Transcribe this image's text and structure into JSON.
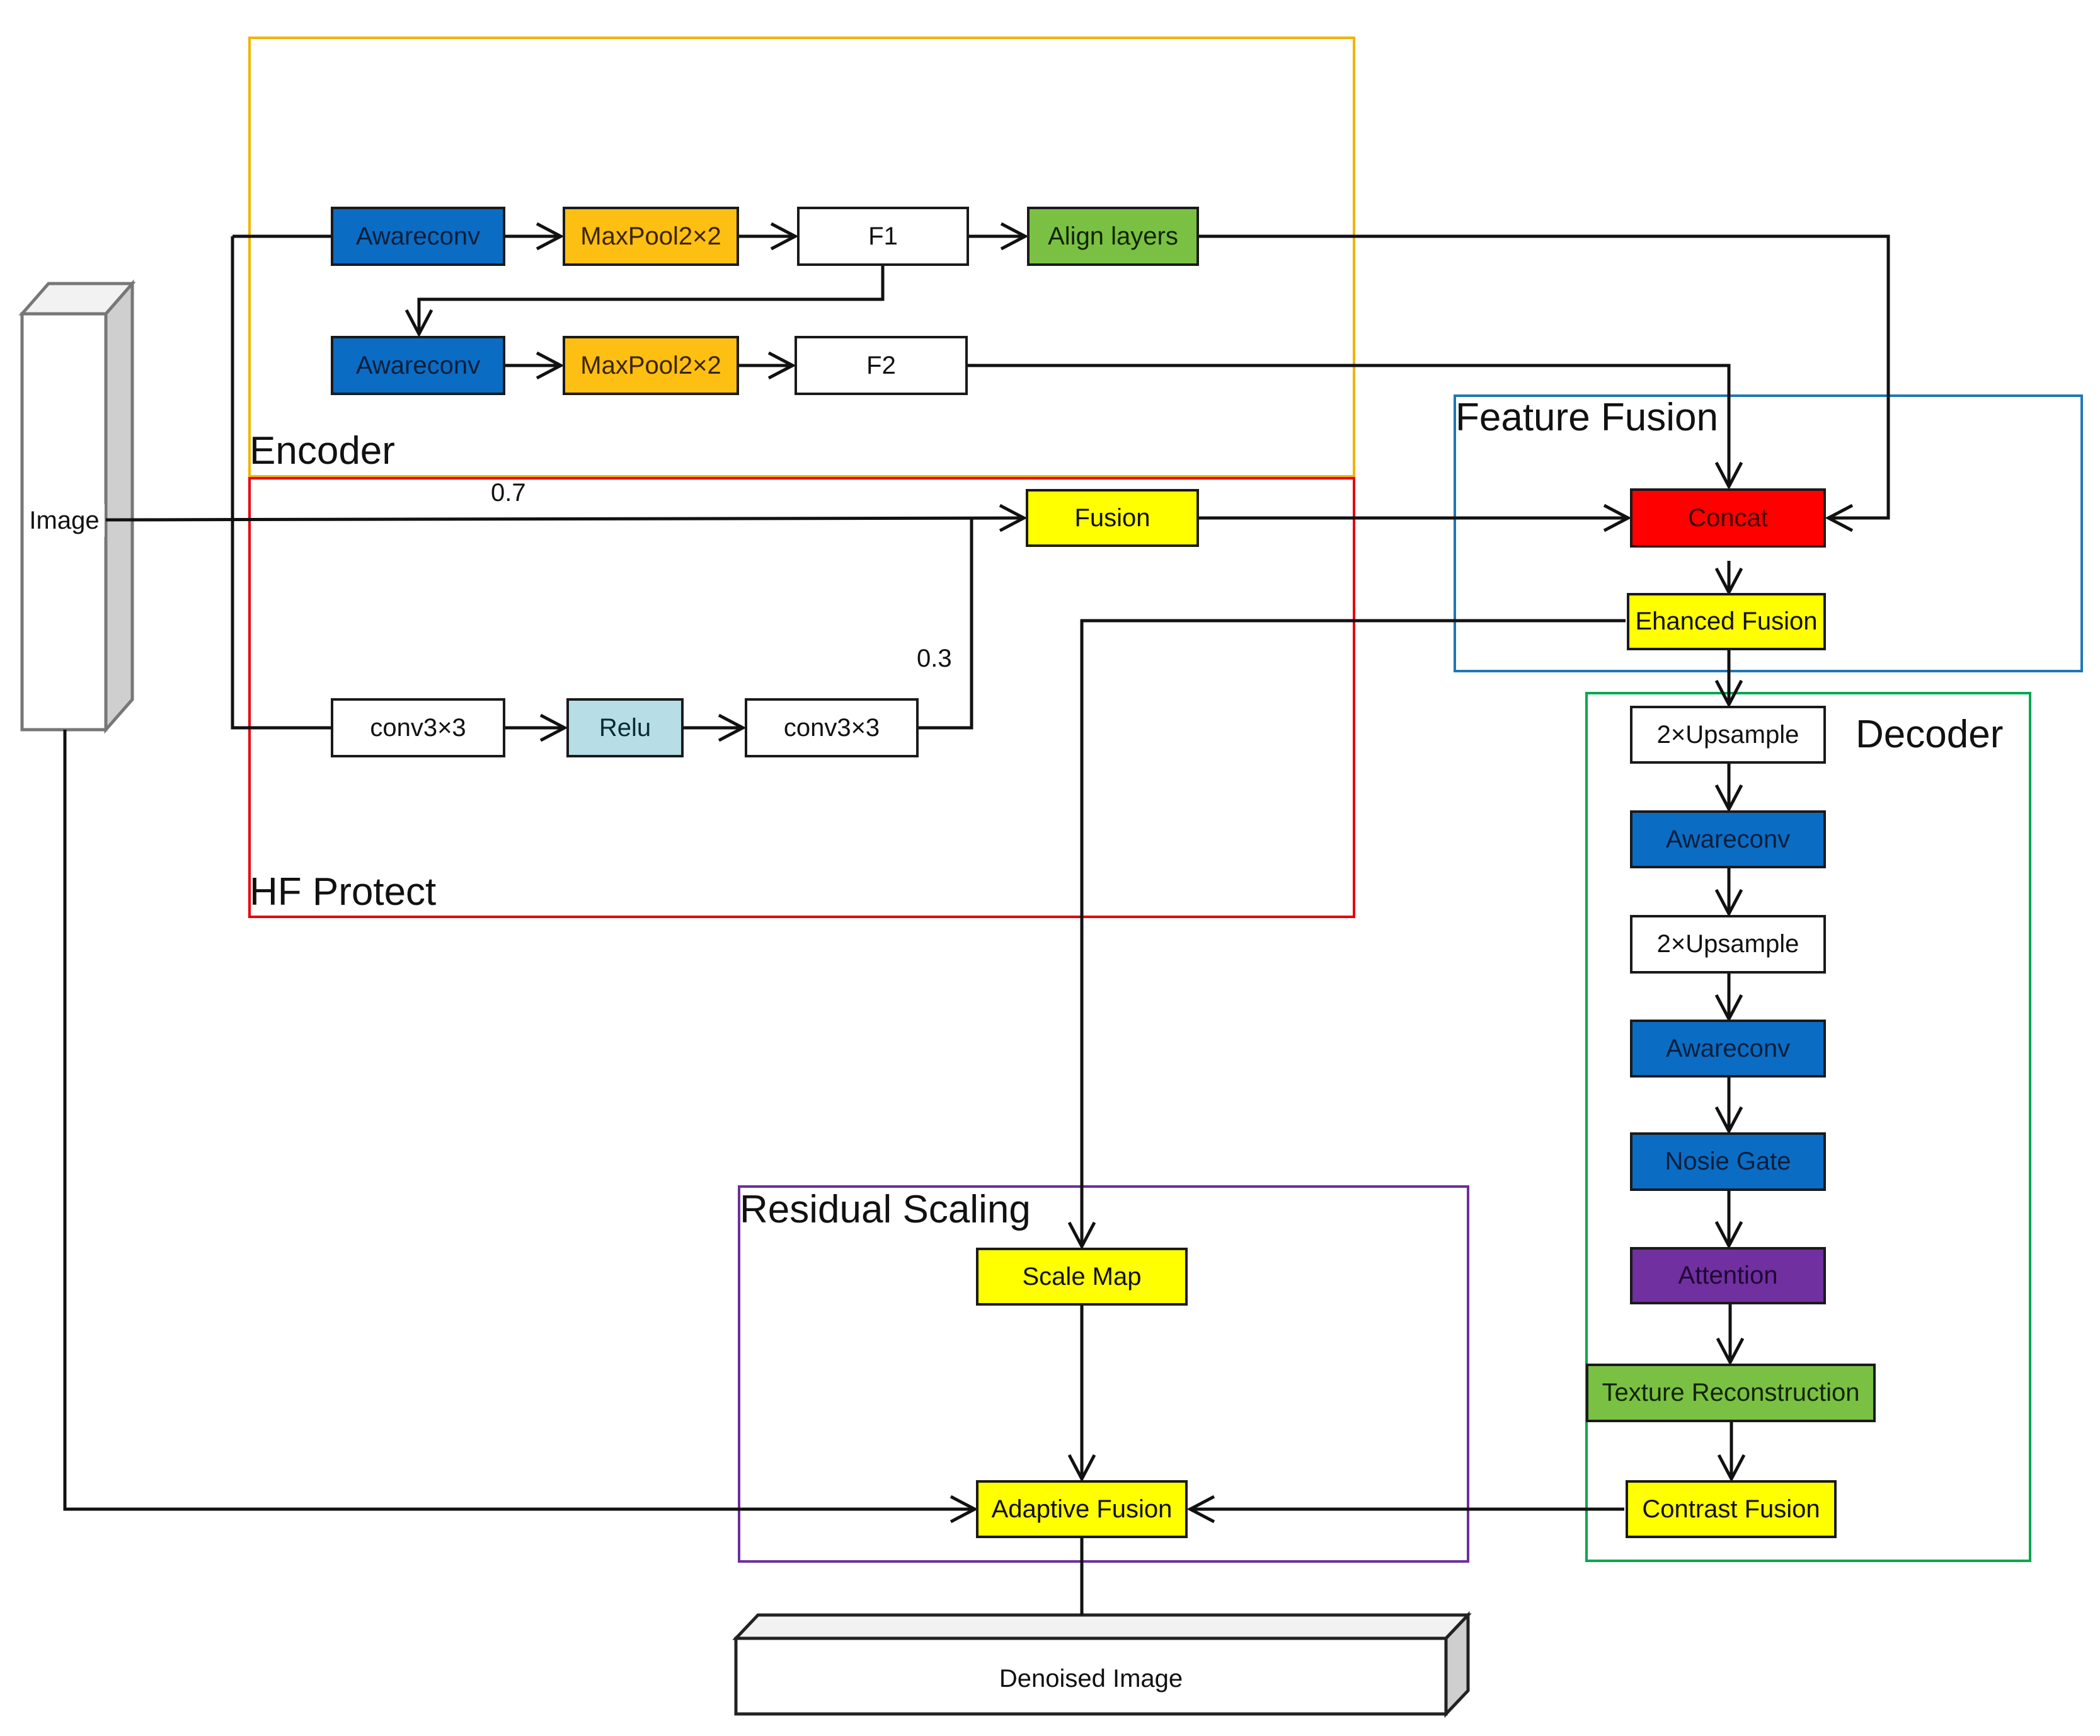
{
  "colors": {
    "awareconv": "#0b6cc4",
    "maxpool": "#fdbf12",
    "align": "#7ac143",
    "fusion": "#ffff00",
    "concat": "#ff0000",
    "attention": "#7030a0",
    "relu": "#b7dde6",
    "encoder_frame": "#f0b400",
    "hf_frame": "#e8000b",
    "feature_fusion_frame": "#1f77b4",
    "decoder_frame": "#00a84f",
    "residual_frame": "#6a2fa0"
  },
  "frames": {
    "encoder": "Encoder",
    "hf_protect": "HF Protect",
    "feature_fusion": "Feature Fusion",
    "decoder": "Decoder",
    "residual_scaling": "Residual Scaling"
  },
  "input": {
    "label": "Image"
  },
  "output": {
    "label": "Denoised Image"
  },
  "encoder": {
    "awareconv_1": "Awareconv",
    "maxpool_1": "MaxPool2×2",
    "f1": "F1",
    "align_layers": "Align layers",
    "awareconv_2": "Awareconv",
    "maxpool_2": "MaxPool2×2",
    "f2": "F2"
  },
  "hf_protect": {
    "conv_1": "conv3×3",
    "relu": "Relu",
    "conv_2": "conv3×3",
    "fusion": "Fusion",
    "weight_image": "0.7",
    "weight_hf": "0.3"
  },
  "feature_fusion": {
    "concat": "Concat",
    "enhanced_fusion": "Ehanced Fusion"
  },
  "decoder": {
    "upsample_1": "2×Upsample",
    "awareconv_1": "Awareconv",
    "upsample_2": "2×Upsample",
    "awareconv_2": "Awareconv",
    "noise_gate": "Nosie Gate",
    "attention": "Attention",
    "texture_reconstruction": "Texture Reconstruction",
    "contrast_fusion": "Contrast Fusion"
  },
  "residual_scaling": {
    "scale_map": "Scale Map",
    "adaptive_fusion": "Adaptive Fusion"
  }
}
